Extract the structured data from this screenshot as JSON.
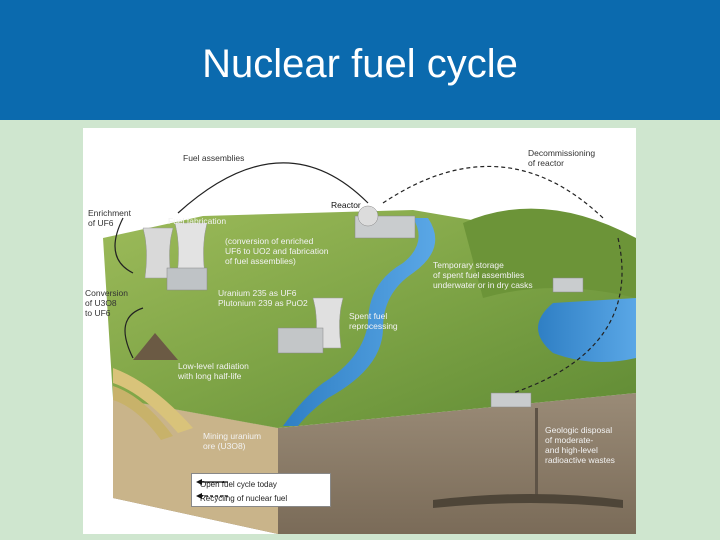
{
  "slide": {
    "title": "Nuclear fuel cycle"
  },
  "labels": {
    "fuel_assemblies": "Fuel assemblies",
    "decommissioning": "Decommissioning\nof reactor",
    "enrichment": "Enrichment\nof UF6",
    "reactor": "Reactor",
    "fuel_fabrication": "Fuel fabrication",
    "fabrication_detail": "(conversion of enriched\nUF6 to UO2 and fabrication\nof fuel assemblies)",
    "temporary_storage": "Temporary storage\nof spent fuel assemblies\nunderwater or in dry casks",
    "conversion": "Conversion\nof U3O8\nto UF6",
    "uranium_plutonium": "Uranium 235 as UF6\nPlutonium 239 as PuO2",
    "spent_fuel": "Spent fuel\nreprocessing",
    "low_level_radiation": "Low-level radiation\nwith long half-life",
    "mining": "Mining uranium\nore (U3O8)",
    "geologic_disposal": "Geologic disposal\nof moderate-\nand high-level\nradioactive wastes"
  },
  "legend": {
    "open_cycle": "Open fuel cycle today",
    "recycling": "Recycling of nuclear fuel"
  },
  "colors": {
    "header": "#0b6aae",
    "background": "#cfe6cf",
    "grass": "#7fa645",
    "water": "#3b8fd4",
    "soil": "#8a7a66"
  }
}
